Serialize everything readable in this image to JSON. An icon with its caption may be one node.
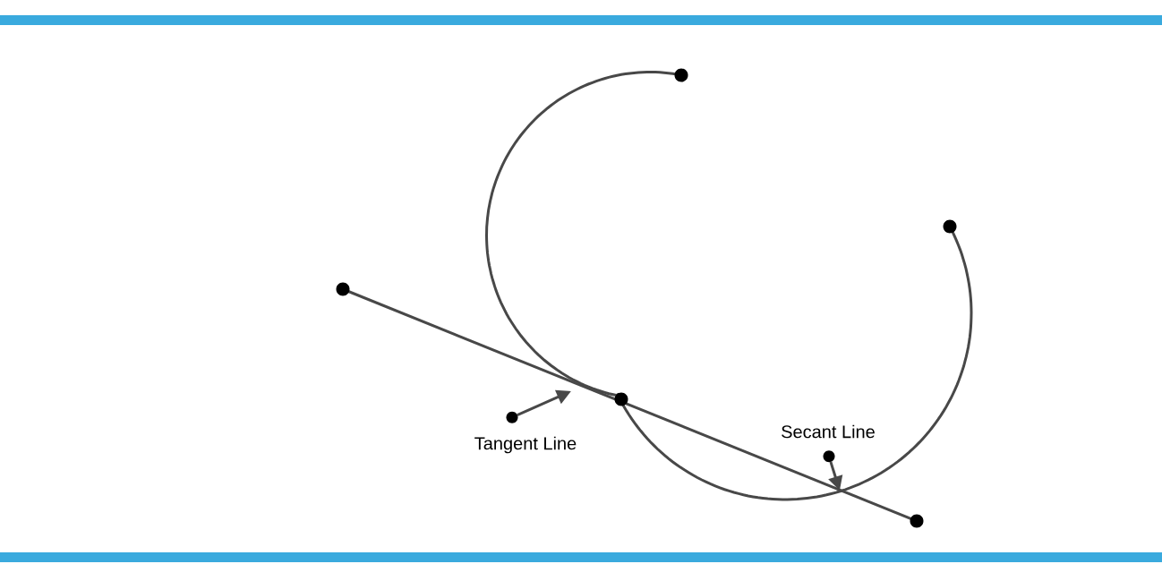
{
  "diagram": {
    "nodes": [
      {
        "text": [
          "Tangent Line"
        ]
      },
      {
        "text": [
          "Secant Line"
        ]
      }
    ],
    "edges": [
      {
        "from": 0,
        "to": null,
        "arrow": "to"
      },
      {
        "from": 1,
        "to": null,
        "arrow": "to"
      }
    ]
  }
}
